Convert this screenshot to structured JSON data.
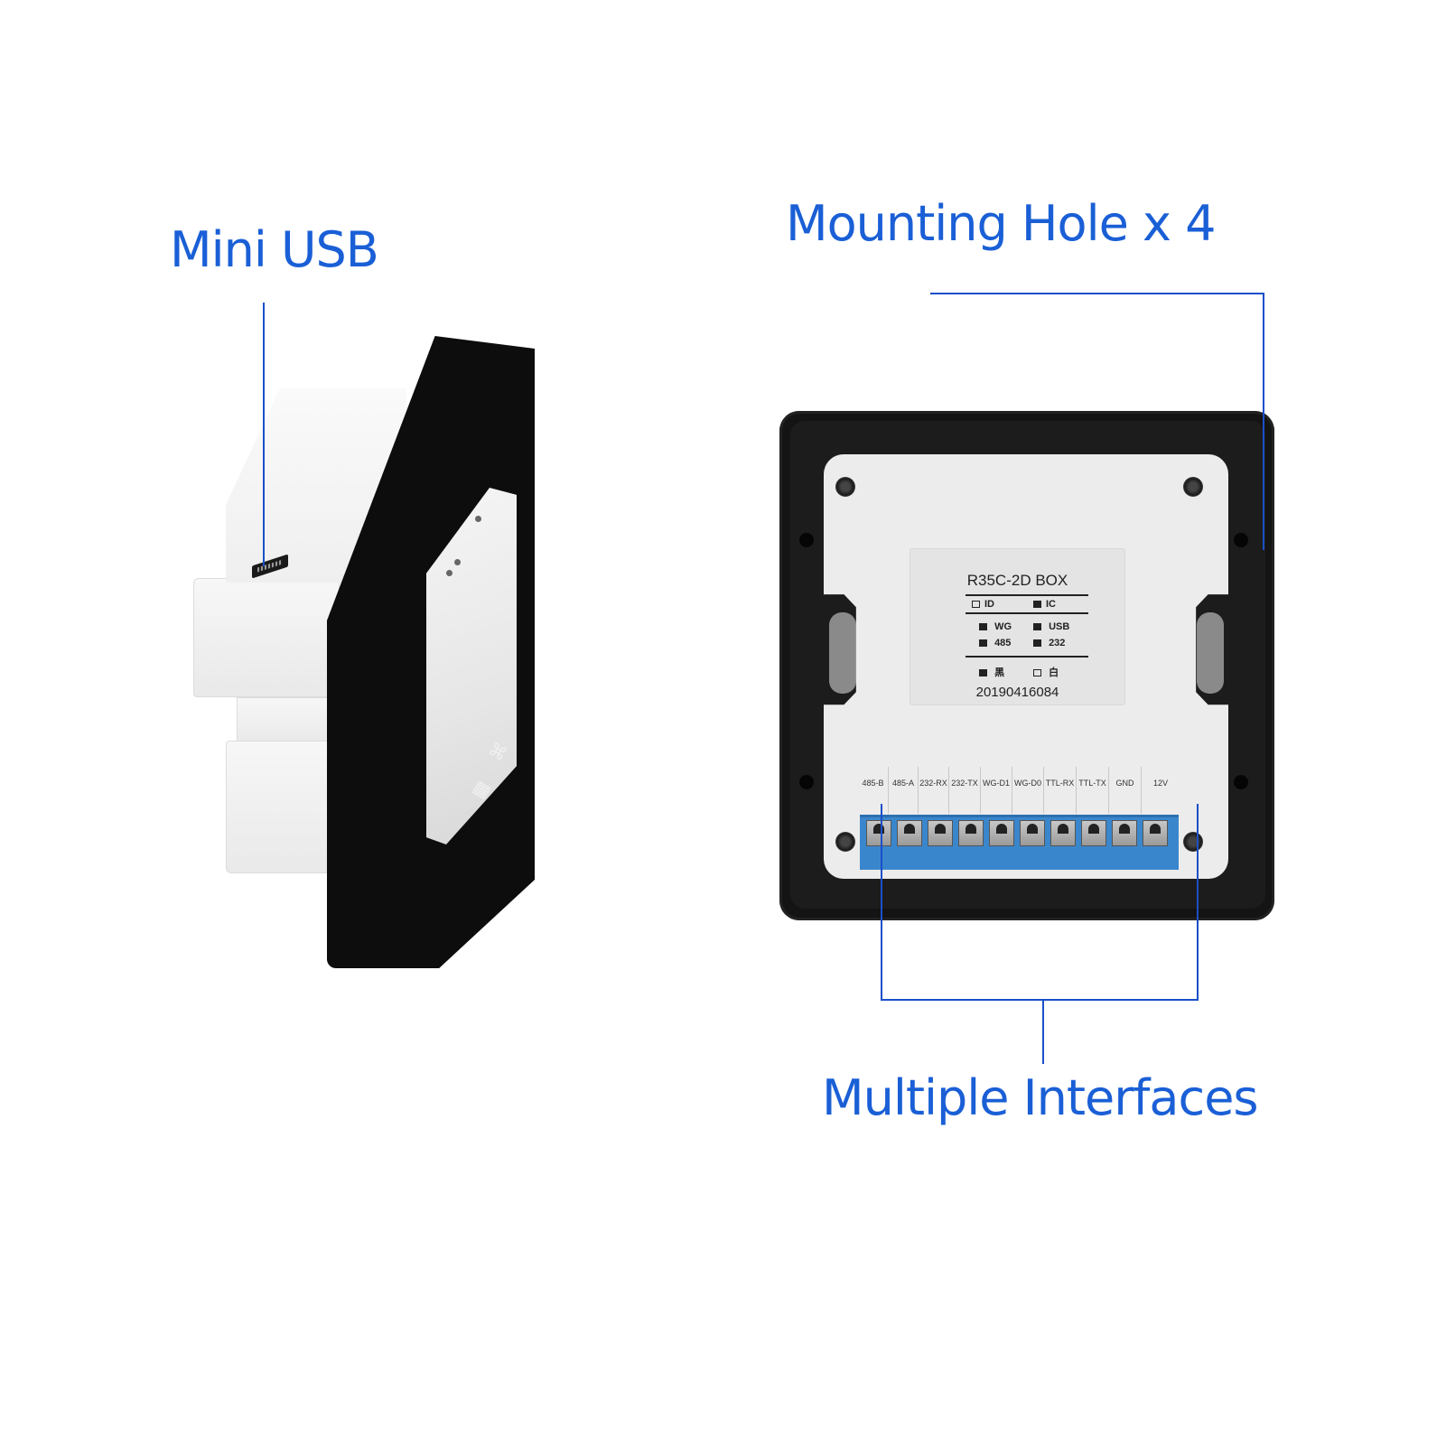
{
  "callouts": {
    "mini_usb": "Mini USB",
    "mounting_hole": "Mounting Hole x 4",
    "multiple_interfaces": "Multiple Interfaces"
  },
  "colors": {
    "callout_text": "#1a5fd6",
    "callout_line": "#1a4fc8",
    "terminal_block": "#3a86cc",
    "device_frame": "#141414",
    "back_plate": "#ececec"
  },
  "label": {
    "model": "R35C-2D BOX",
    "card_type": [
      {
        "text": "ID",
        "checked": false
      },
      {
        "text": "IC",
        "checked": true
      }
    ],
    "interfaces": [
      {
        "text": "WG",
        "checked": true
      },
      {
        "text": "USB",
        "checked": true
      },
      {
        "text": "485",
        "checked": true
      },
      {
        "text": "232",
        "checked": true
      }
    ],
    "color": [
      {
        "text": "黑",
        "checked": true
      },
      {
        "text": "白",
        "checked": false
      }
    ],
    "serial": "20190416084"
  },
  "terminals": [
    "485-B",
    "485-A",
    "232-RX",
    "232-TX",
    "WG-D1",
    "WG-D0",
    "TTL-RX",
    "TTL-TX",
    "GND",
    "12V"
  ]
}
